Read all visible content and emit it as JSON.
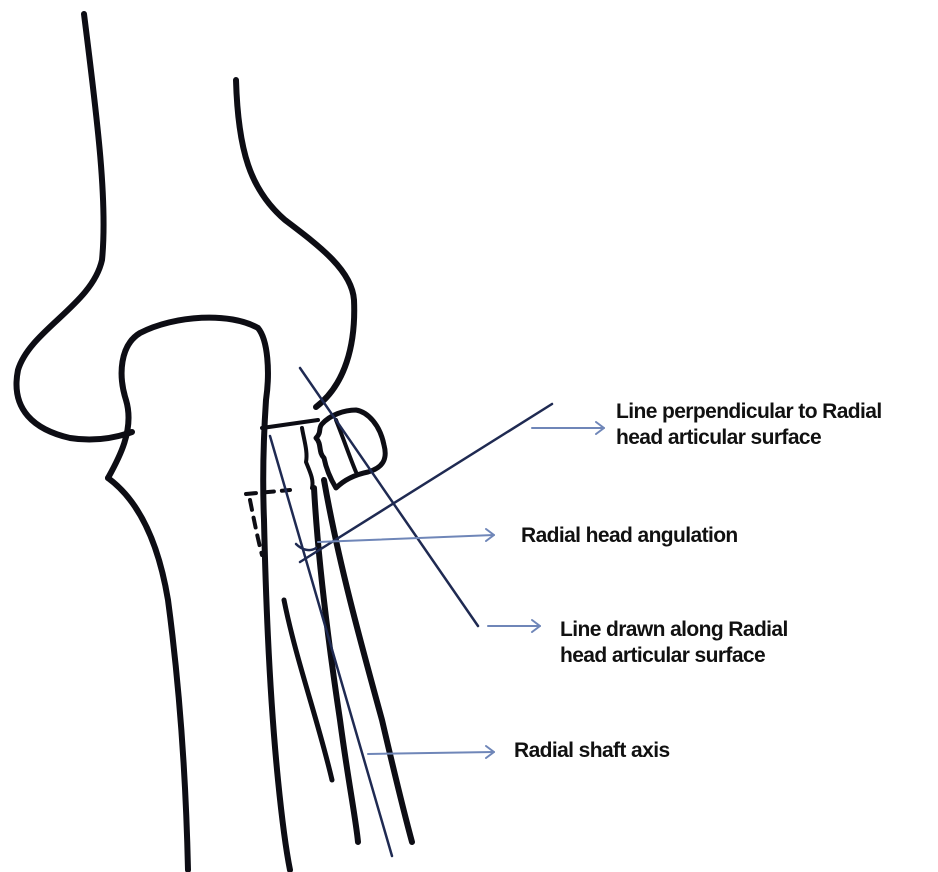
{
  "diagram": {
    "annotations": [
      {
        "id": "perpendicular",
        "lines": [
          "Line perpendicular to Radial",
          "head articular surface"
        ]
      },
      {
        "id": "angulation",
        "lines": [
          "Radial head angulation"
        ]
      },
      {
        "id": "articular-surface",
        "lines": [
          "Line drawn along Radial",
          "head articular surface"
        ]
      },
      {
        "id": "shaft-axis",
        "lines": [
          "Radial shaft axis"
        ]
      }
    ],
    "colors": {
      "bone_outline": "#0d0d14",
      "guide_lines": "#1f2a52",
      "arrows": "#6f86b8",
      "label_text": "#111111"
    }
  }
}
